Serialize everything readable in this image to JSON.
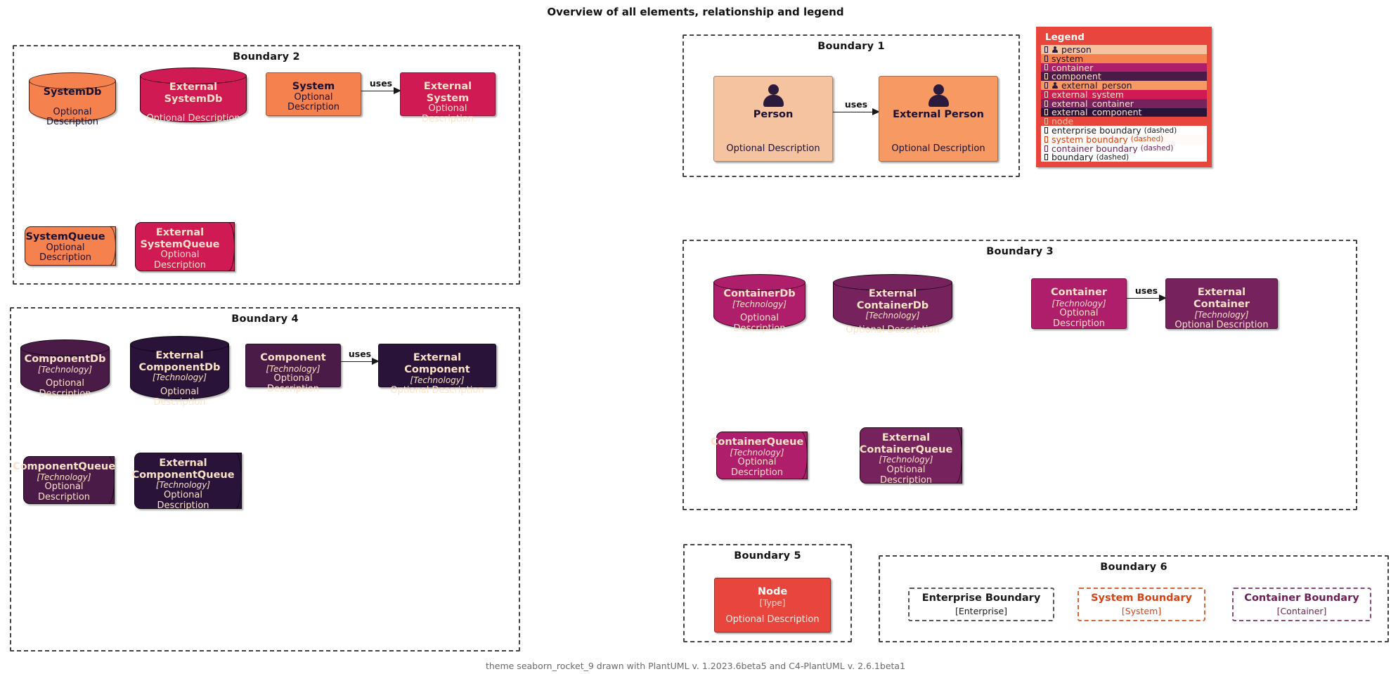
{
  "title": "Overview of all elements, relationship and legend",
  "footer": "theme seaborn_rocket_9 drawn with PlantUML v. 1.2023.6beta5 and C4-PlantUML v. 2.6.1beta1",
  "colors": {
    "person": "#F5C3A0",
    "system": "#F4814E",
    "container": "#AF1E6B",
    "component": "#4B1B48",
    "external_person": "#F79963",
    "external_system": "#D01A53",
    "external_container": "#76225C",
    "external_component": "#2A1338",
    "node": "#E8453C",
    "legend_bg": "#E8453C",
    "dark_text": "#1A1033",
    "light_text": "#FBE2C8",
    "white_text": "#FFFFFF",
    "enterprise_boundary": "#444444",
    "system_boundary": "#C94E20",
    "container_boundary": "#6E1F55",
    "boundary": "#444444"
  },
  "boundaries": {
    "b1": {
      "label": "Boundary 1"
    },
    "b2": {
      "label": "Boundary 2"
    },
    "b3": {
      "label": "Boundary 3"
    },
    "b4": {
      "label": "Boundary 4"
    },
    "b5": {
      "label": "Boundary 5"
    },
    "b6": {
      "label": "Boundary 6"
    }
  },
  "elements": {
    "person": {
      "name": "Person",
      "tech": "",
      "desc": "Optional Description"
    },
    "external_person": {
      "name": "External Person",
      "tech": "",
      "desc": "Optional Description"
    },
    "system": {
      "name": "System",
      "tech": "",
      "desc": "Optional Description"
    },
    "external_system": {
      "name": "External System",
      "tech": "",
      "desc": "Optional Description"
    },
    "system_db": {
      "name": "SystemDb",
      "tech": "",
      "desc": "Optional Description"
    },
    "external_system_db": {
      "name": "External SystemDb",
      "tech": "",
      "desc": "Optional Description"
    },
    "system_queue": {
      "name": "SystemQueue",
      "tech": "",
      "desc": "Optional Description"
    },
    "external_system_queue": {
      "name": "External\nSystemQueue",
      "tech": "",
      "desc": "Optional Description"
    },
    "container": {
      "name": "Container",
      "tech": "[Technology]",
      "desc": "Optional Description"
    },
    "external_container": {
      "name": "External Container",
      "tech": "[Technology]",
      "desc": "Optional Description"
    },
    "container_db": {
      "name": "ContainerDb",
      "tech": "[Technology]",
      "desc": "Optional Description"
    },
    "external_container_db": {
      "name": "External ContainerDb",
      "tech": "[Technology]",
      "desc": "Optional Description"
    },
    "container_queue": {
      "name": "ContainerQueue",
      "tech": "[Technology]",
      "desc": "Optional Description"
    },
    "external_container_queue": {
      "name": "External\nContainerQueue",
      "tech": "[Technology]",
      "desc": "Optional Description"
    },
    "component": {
      "name": "Component",
      "tech": "[Technology]",
      "desc": "Optional Description"
    },
    "external_component": {
      "name": "External Component",
      "tech": "[Technology]",
      "desc": "Optional Description"
    },
    "component_db": {
      "name": "ComponentDb",
      "tech": "[Technology]",
      "desc": "Optional Description"
    },
    "external_component_db": {
      "name": "External\nComponentDb",
      "tech": "[Technology]",
      "desc": "Optional Description"
    },
    "component_queue": {
      "name": "ComponentQueue",
      "tech": "[Technology]",
      "desc": "Optional Description"
    },
    "external_component_queue": {
      "name": "External\nComponentQueue",
      "tech": "[Technology]",
      "desc": "Optional Description"
    },
    "node": {
      "name": "Node",
      "tech": "[Type]",
      "desc": "Optional Description"
    }
  },
  "relationships": [
    {
      "id": "rel_person",
      "label": "uses"
    },
    {
      "id": "rel_system",
      "label": "uses"
    },
    {
      "id": "rel_container",
      "label": "uses"
    },
    {
      "id": "rel_component",
      "label": "uses"
    }
  ],
  "sample_boundaries": [
    {
      "name": "Enterprise Boundary",
      "type": "[Enterprise]",
      "color": "#1A1A1A",
      "border": "#555555"
    },
    {
      "name": "System Boundary",
      "type": "[System]",
      "color": "#D84315",
      "border": "#D8663A"
    },
    {
      "name": "Container Boundary",
      "type": "[Container]",
      "color": "#6E1F55",
      "border": "#8A4A77"
    }
  ],
  "legend": {
    "title": "Legend",
    "rows": [
      {
        "label": "person",
        "icon": "person-icon",
        "bg": "#F5C3A0",
        "fg": "#1A1033",
        "sub": ""
      },
      {
        "label": "system",
        "icon": "tofu",
        "bg": "#F4814E",
        "fg": "#1A1033",
        "sub": ""
      },
      {
        "label": "container",
        "icon": "tofu",
        "bg": "#AF1E6B",
        "fg": "#FBE2C8",
        "sub": ""
      },
      {
        "label": "component",
        "icon": "tofu",
        "bg": "#4B1B48",
        "fg": "#FBE2C8",
        "sub": ""
      },
      {
        "label": "external_person",
        "icon": "person-icon",
        "bg": "#F79963",
        "fg": "#1A1033",
        "sub": ""
      },
      {
        "label": "external_system",
        "icon": "tofu",
        "bg": "#D01A53",
        "fg": "#FBE2C8",
        "sub": ""
      },
      {
        "label": "external_container",
        "icon": "tofu",
        "bg": "#76225C",
        "fg": "#FBE2C8",
        "sub": ""
      },
      {
        "label": "external_component",
        "icon": "tofu",
        "bg": "#2A1338",
        "fg": "#FBE2C8",
        "sub": ""
      },
      {
        "label": "node",
        "icon": "tofu",
        "bg": "#E8453C",
        "fg": "#F5C3A0",
        "sub": ""
      },
      {
        "label": "enterprise boundary",
        "icon": "tofu",
        "bg": "#FFFFFF",
        "fg": "#1A1A1A",
        "sub": "(dashed)"
      },
      {
        "label": "system boundary",
        "icon": "tofu",
        "bg": "#FFFAF7",
        "fg": "#D84315",
        "sub": "(dashed)"
      },
      {
        "label": "container boundary",
        "icon": "tofu",
        "bg": "#FFFFFF",
        "fg": "#6E1F55",
        "sub": "(dashed)"
      },
      {
        "label": "boundary",
        "icon": "tofu",
        "bg": "#FFFFFF",
        "fg": "#1A1A1A",
        "sub": "(dashed)"
      }
    ]
  }
}
